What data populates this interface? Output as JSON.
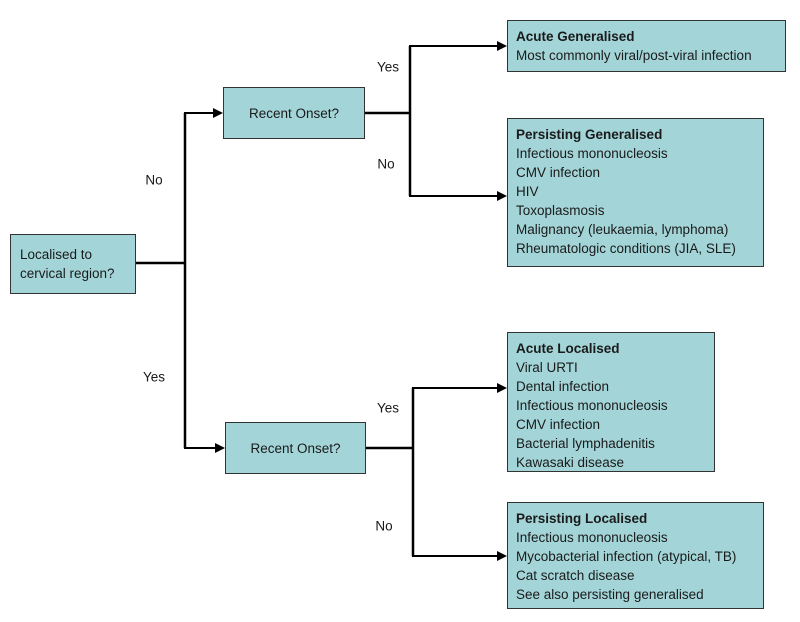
{
  "diagram": {
    "background_color": "#ffffff",
    "box_fill_color": "#a3d5d8",
    "box_border_color": "#333333",
    "connector_color": "#000000"
  },
  "nodes": {
    "root_question": {
      "text": "Localised to cervical region?"
    },
    "recent_onset_top": {
      "text": "Recent Onset?"
    },
    "recent_onset_bottom": {
      "text": "Recent Onset?"
    },
    "acute_generalised": {
      "title": "Acute Generalised",
      "items": [
        "Most commonly viral/post-viral infection"
      ]
    },
    "persisting_generalised": {
      "title": "Persisting Generalised",
      "items": [
        "Infectious mononucleosis",
        "CMV infection",
        "HIV",
        "Toxoplasmosis",
        "Malignancy (leukaemia, lymphoma)",
        "Rheumatologic conditions (JIA, SLE)"
      ]
    },
    "acute_localised": {
      "title": "Acute Localised",
      "items": [
        "Viral URTI",
        "Dental infection",
        "Infectious mononucleosis",
        "CMV infection",
        "Bacterial lymphadenitis",
        "Kawasaki disease"
      ]
    },
    "persisting_localised": {
      "title": "Persisting Localised",
      "items": [
        "Infectious mononucleosis",
        "Mycobacterial infection (atypical, TB)",
        "Cat scratch disease",
        "See also persisting generalised"
      ]
    }
  },
  "edge_labels": {
    "root_no": "No",
    "root_yes": "Yes",
    "top_yes": "Yes",
    "top_no": "No",
    "bottom_yes": "Yes",
    "bottom_no": "No"
  }
}
